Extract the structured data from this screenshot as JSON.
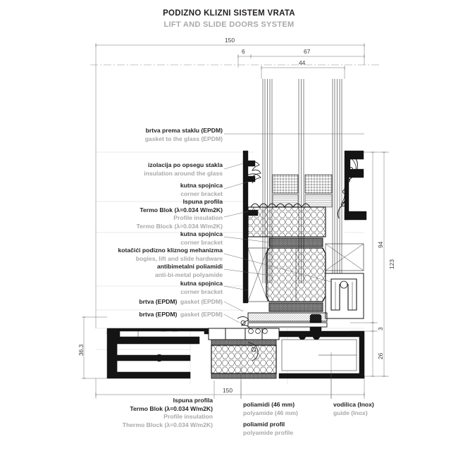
{
  "title": {
    "main": "PODIZNO KLIZNI SISTEM VRATA",
    "sub": "LIFT AND SLIDE DOORS SYSTEM"
  },
  "colors": {
    "primary_text": "#231f20",
    "secondary_text": "#a9a9a9",
    "line": "#231f20",
    "dim_line": "#6e6e6e",
    "background": "#ffffff"
  },
  "dimensions": {
    "top": [
      {
        "name": "overall-width",
        "value": "150"
      },
      {
        "name": "gasket-gap",
        "value": "6"
      },
      {
        "name": "sash-width",
        "value": "67"
      },
      {
        "name": "glazing-width",
        "value": "44"
      }
    ],
    "right": [
      {
        "name": "sash-height",
        "value": "94"
      },
      {
        "name": "overall-height",
        "value": "123"
      },
      {
        "name": "gap-height",
        "value": "3"
      },
      {
        "name": "sill-height",
        "value": "26"
      }
    ],
    "left": [
      {
        "name": "frame-depth",
        "value": "36.3"
      }
    ],
    "bottom": [
      {
        "name": "bottom-width",
        "value": "150"
      }
    ]
  },
  "callouts": [
    {
      "name": "gasket-to-glass",
      "hr": "brtva prema staklu (EPDM)",
      "en": "gasket to the glass (EPDM)",
      "inline": false
    },
    {
      "name": "insulation-around-glass",
      "hr": "izolacija po opsegu stakla",
      "en": "insulation around the glass",
      "inline": false
    },
    {
      "name": "corner-bracket-1",
      "hr": "kutna spojnica",
      "en": "corner bracket",
      "inline": false
    },
    {
      "name": "profile-insulation-termo-blok",
      "hr": "Ispuna profila",
      "hr2": "Termo Blok (λ=0.034 W/m2K)",
      "en": "Profile insulation",
      "en2": "Termo Block (λ=0.034 W/m2K)",
      "inline": false
    },
    {
      "name": "corner-bracket-2",
      "hr": "kutna spojnica",
      "en": "corner bracket",
      "inline": false
    },
    {
      "name": "bogies-lift-slide-hardware",
      "hr": "kotačići podizno kliznog mehanizma",
      "en": "bogies, lift and slide hardware",
      "inline": false
    },
    {
      "name": "anti-bi-metal-polyamide",
      "hr": "antibimetalni poliamidi",
      "en": "anti-bi-metal polyamide",
      "inline": false
    },
    {
      "name": "corner-bracket-3",
      "hr": "kutna spojnica",
      "en": "corner bracket",
      "inline": false
    },
    {
      "name": "gasket-epdm-1",
      "hr": "brtva (EPDM)",
      "en": "gasket (EPDM)",
      "inline": true
    },
    {
      "name": "gasket-epdm-2",
      "hr": "brtva (EPDM)",
      "en": "gasket (EPDM)",
      "inline": true
    }
  ],
  "bottom_callouts": [
    {
      "name": "profile-insulation-thermo-block",
      "hr": "Ispuna profila",
      "hr2": "Termo Blok (λ=0.034 W/m2K)",
      "en": "Profile insulation",
      "en2": "Thermo Block (λ=0.034 W/m2K)"
    },
    {
      "name": "polyamide-46mm",
      "hr": "poliamidi (46 mm)",
      "en": "polyamide (46 mm)"
    },
    {
      "name": "polyamide-profile",
      "hr": "poliamid profil",
      "en": "polyamide profile"
    },
    {
      "name": "guide-inox",
      "hr": "vodilica (Inox)",
      "en": "guide (Inox)"
    }
  ]
}
